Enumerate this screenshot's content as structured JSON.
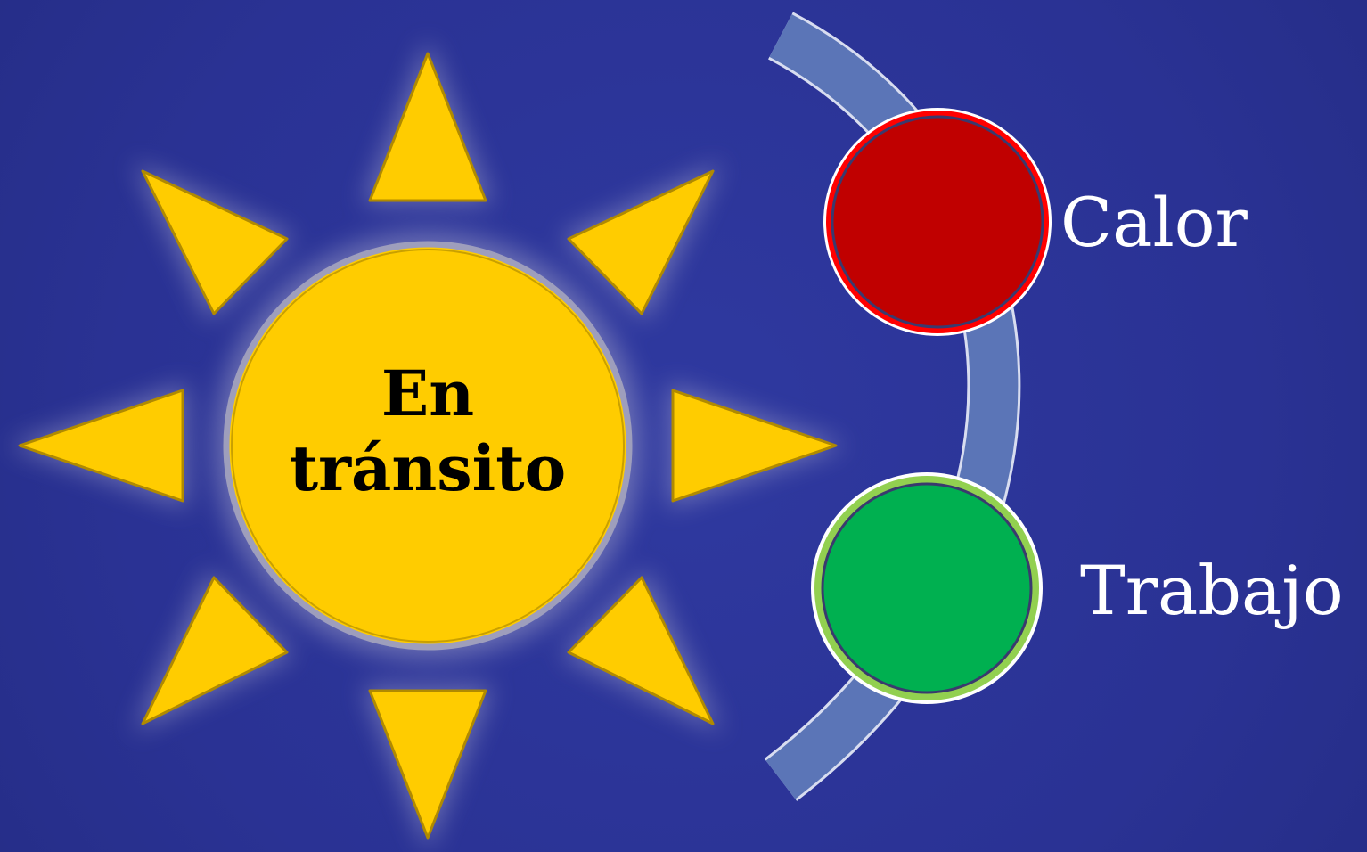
{
  "center_label_line1": "En",
  "center_label_line2": "tránsito",
  "nodes": [
    {
      "label": "Calor",
      "color": "#C00000",
      "ring_color": "#FF0000"
    },
    {
      "label": "Trabajo",
      "color": "#00B050",
      "ring_color": "#92D050"
    }
  ],
  "colors": {
    "background": "#2B3597",
    "sun_fill": "#FFCC00",
    "arc": "#5B75B7"
  }
}
